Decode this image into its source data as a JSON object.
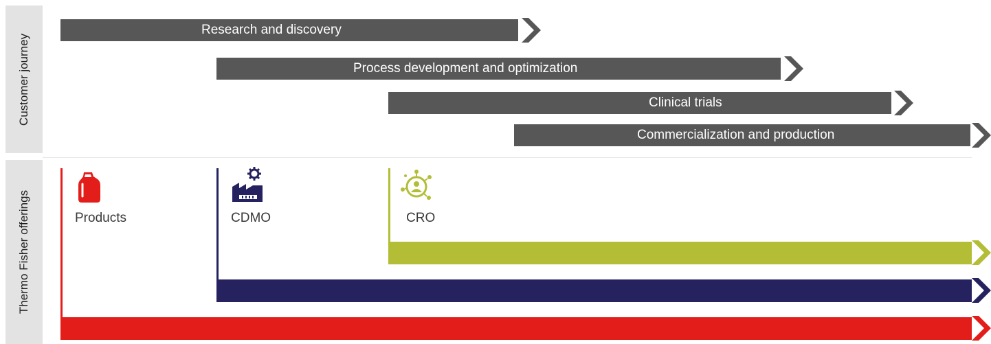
{
  "labels": {
    "customer_journey": "Customer journey",
    "offerings": "Thermo Fisher offerings"
  },
  "journey": [
    {
      "label": "Research and discovery"
    },
    {
      "label": "Process development and optimization"
    },
    {
      "label": "Clinical trials"
    },
    {
      "label": "Commercialization and production"
    }
  ],
  "offerings": [
    {
      "label": "Products",
      "color": "#e31d1a",
      "icon": "container-icon"
    },
    {
      "label": "CDMO",
      "color": "#26225f",
      "icon": "factory-gear-icon"
    },
    {
      "label": "CRO",
      "color": "#b3bd35",
      "icon": "patient-network-icon"
    }
  ],
  "colors": {
    "journey_bar": "#575757"
  }
}
